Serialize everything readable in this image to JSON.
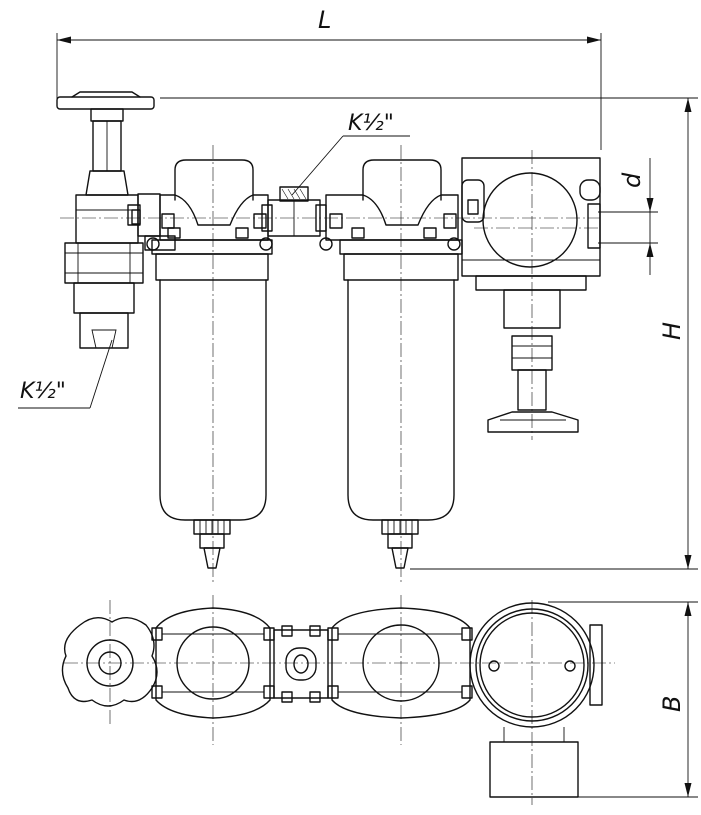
{
  "labels": {
    "length": "L",
    "height": "H",
    "port_diameter": "d",
    "width": "B",
    "thread_top": "K½\"",
    "thread_left": "K½\""
  }
}
